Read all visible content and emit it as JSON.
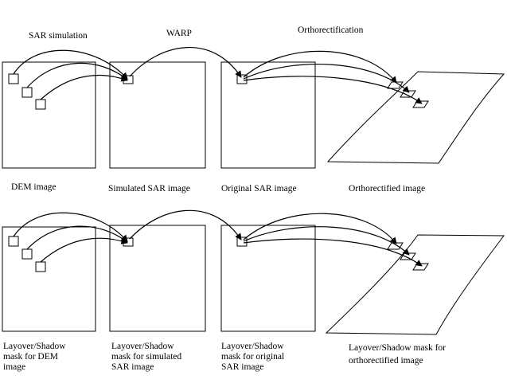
{
  "process_labels": {
    "sar_simulation": "SAR simulation",
    "warp": "WARP",
    "orthorectification": "Orthorectification"
  },
  "row1": {
    "dem": [
      "DEM image"
    ],
    "simulated_sar": [
      "Simulated SAR image"
    ],
    "original_sar": [
      "Original SAR image"
    ],
    "orthorectified": [
      "Orthorectified image"
    ]
  },
  "row2": {
    "dem": [
      "Layover/Shadow",
      "mask for DEM",
      "image"
    ],
    "simulated_sar": [
      "Layover/Shadow",
      "mask for simulated",
      "SAR image"
    ],
    "original_sar": [
      "Layover/Shadow",
      "mask for original",
      "SAR image"
    ],
    "orthorectified": [
      "Layover/Shadow mask for",
      "orthorectified image"
    ]
  }
}
